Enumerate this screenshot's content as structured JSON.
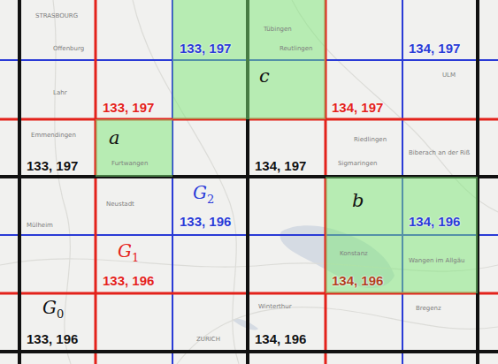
{
  "diagram": {
    "nodes": [
      {
        "text": [
          "c"
        ]
      },
      {
        "text": [
          "a"
        ]
      },
      {
        "text": [
          "b"
        ]
      }
    ],
    "labels": [
      "G0",
      "G1",
      "G2",
      "133, 197",
      "134, 197",
      "133, 196",
      "134, 196",
      "133, 197",
      "134, 197",
      "133, 196",
      "134, 196",
      "133, 197",
      "134, 197",
      "133, 196",
      "134, 196",
      "STRASBOURG",
      "Offenburg",
      "Tübingen",
      "Reutlingen",
      "ULM",
      "Lahr",
      "Emmendingen",
      "Furtwangen",
      "Sigmaringen",
      "Riedlingen",
      "Biberach an der Riß",
      "Mülheim",
      "Neustadt",
      "Konstanz",
      "Wangen im Allgäu",
      "Winterthur",
      "ZURICH",
      "Bregenz"
    ]
  }
}
